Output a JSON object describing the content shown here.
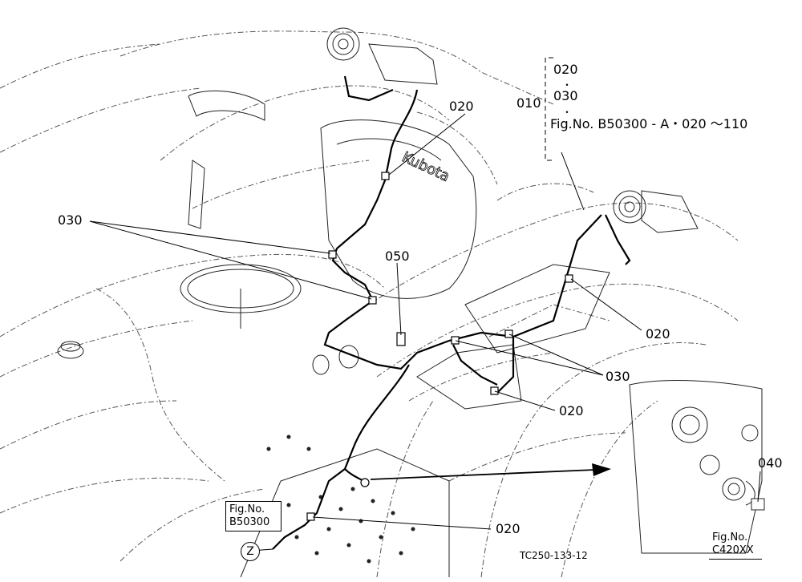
{
  "labels": {
    "l010": "010",
    "l020_top": "020",
    "l030_group": "030",
    "ref_fig": "Fig.No. B50300 - A・020 ～110",
    "l020_b": "020",
    "l030_left": "030",
    "l050": "050",
    "l020_right": "020",
    "l030_right": "030",
    "l020_mid": "020",
    "l040": "040",
    "l020_bottom": "020"
  },
  "bracket_dots": [
    "・",
    "・"
  ],
  "fig_box_left": {
    "line1": "Fig.No.",
    "line2": "B50300"
  },
  "fig_box_right": {
    "line1": "Fig.No.",
    "line2": "C420XX"
  },
  "zone_marker": "Z",
  "drawing_code": "TC250-133-12",
  "brand_text": "Kubota",
  "colors": {
    "ink": "#000000",
    "paper": "#ffffff",
    "sketch": "#555555"
  }
}
